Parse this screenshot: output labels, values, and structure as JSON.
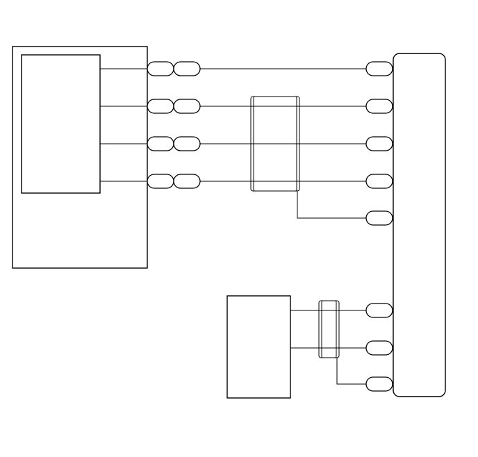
{
  "diagram": {
    "components": [
      {
        "id": "left-unit",
        "label": ""
      },
      {
        "id": "left-unit-module",
        "label": ""
      },
      {
        "id": "lower-unit",
        "label": ""
      },
      {
        "id": "right-connector-block",
        "label": ""
      }
    ],
    "upper_harness": {
      "wires": 4,
      "shielded": true,
      "drain_wire": true,
      "inline_connectors_per_wire": 2
    },
    "lower_harness": {
      "wires": 2,
      "shielded": true,
      "drain_wire": true
    },
    "right_terminals": 8
  }
}
